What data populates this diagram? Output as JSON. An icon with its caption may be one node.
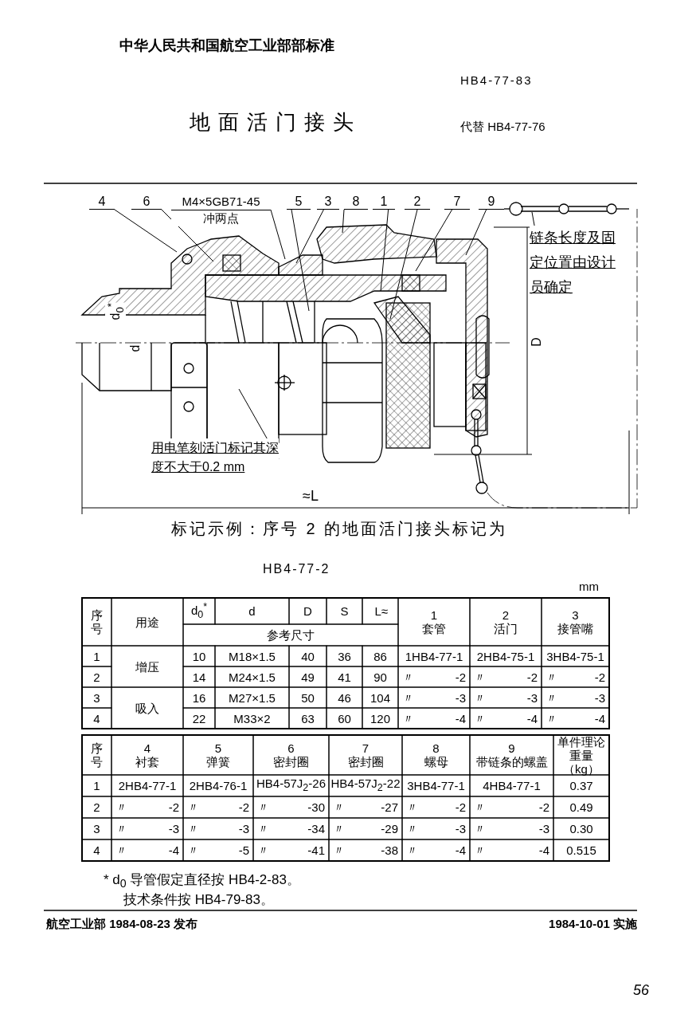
{
  "diagram": {
    "title": "地面活门接头",
    "nodes": [
      {
        "text": [
          "4"
        ]
      },
      {
        "text": [
          "6"
        ]
      },
      {
        "text": [
          "M4×5GB71-45",
          "冲两点"
        ]
      },
      {
        "text": [
          "5"
        ]
      },
      {
        "text": [
          "3"
        ]
      },
      {
        "text": [
          "8"
        ]
      },
      {
        "text": [
          "1"
        ]
      },
      {
        "text": [
          "2"
        ]
      },
      {
        "text": [
          "7"
        ]
      },
      {
        "text": [
          "9"
        ]
      },
      {
        "text": [
          "链条长度及固定位置由设计员确定"
        ]
      },
      {
        "text": [
          "用电笔刻活门标记其深度不大于0.2 mm"
        ]
      }
    ],
    "edges": [
      {
        "from": 0,
        "to": null,
        "arrow": "none"
      },
      {
        "from": 1,
        "to": null,
        "arrow": "none"
      },
      {
        "from": 2,
        "to": null,
        "arrow": "none"
      },
      {
        "from": 3,
        "to": null,
        "arrow": "none"
      },
      {
        "from": 4,
        "to": null,
        "arrow": "none"
      },
      {
        "from": 5,
        "to": null,
        "arrow": "none"
      },
      {
        "from": 6,
        "to": null,
        "arrow": "none"
      },
      {
        "from": 7,
        "to": null,
        "arrow": "none"
      },
      {
        "from": 8,
        "to": null,
        "arrow": "none"
      },
      {
        "from": 9,
        "to": null,
        "arrow": "none"
      },
      {
        "from": 10,
        "to": null,
        "arrow": "none"
      },
      {
        "from": 11,
        "to": null,
        "arrow": "none"
      }
    ],
    "labels": [
      "中华人民共和国航空工业部部标准",
      "HB4-77-83",
      "代替 HB4-77-76",
      "d$_{0}$$^{*}$",
      "d",
      "D",
      "≈L",
      "标记示例：序号 2 的地面活门接头标记为",
      "HB4-77-2",
      "mm",
      "序号",
      "用途",
      "d$_{0}$$^{*}$",
      "d",
      "D",
      "S",
      "L≈",
      "1",
      "套管",
      "2",
      "活门",
      "3",
      "接管嘴",
      "参考尺寸",
      "1",
      "增压",
      "10",
      "M18×1.5",
      "40",
      "36",
      "86",
      "1HB4-77-1",
      "2HB4-75-1",
      "3HB4-75-1",
      "2",
      "14",
      "M24×1.5",
      "49",
      "41",
      "90",
      "〃 -2",
      "〃 -2",
      "〃 -2",
      "3",
      "吸入",
      "16",
      "M27×1.5",
      "50",
      "46",
      "104",
      "〃 -3",
      "〃 -3",
      "〃 -3",
      "4",
      "22",
      "M33×2",
      "63",
      "60",
      "120",
      "〃 -4",
      "〃 -4",
      "〃 -4",
      "序号",
      "4",
      "衬套",
      "5",
      "弹簧",
      "6",
      "密封圈",
      "7",
      "密封圈",
      "8",
      "螺母",
      "9",
      "带链条的螺盖",
      "单件理论重量（kg）",
      "1",
      "2HB4-77-1",
      "2HB4-76-1",
      "HB4-57J$_{2}$-26",
      "HB4-57J$_{2}$-22",
      "3HB4-77-1",
      "4HB4-77-1",
      "0.37",
      "2",
      "〃 -2",
      "〃 -2",
      "〃 -30",
      "〃 -27",
      "〃 -2",
      "〃 -2",
      "0.49",
      "3",
      "〃 -3",
      "〃 -3",
      "〃 -34",
      "〃 -29",
      "〃 -3",
      "〃 -3",
      "0.30",
      "4",
      "〃 -4",
      "〃 -5",
      "〃 -41",
      "〃 -38",
      "〃 -4",
      "〃 -4",
      "0.515",
      "* d$_{0}$ 导管假定直径按 HB4-2-83。",
      "技术条件按 HB4-79-83。",
      "航空工业部 1984-08-23 发布",
      "1984-10-01 实施",
      "56"
    ]
  }
}
